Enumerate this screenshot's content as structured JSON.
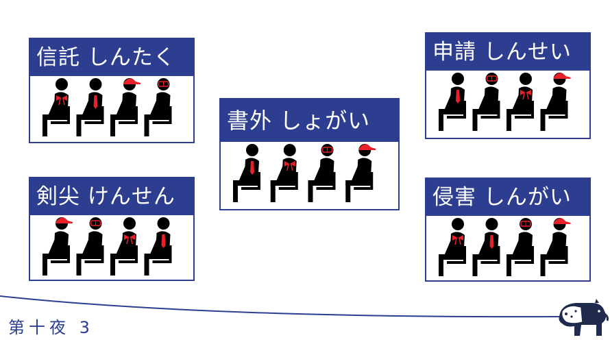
{
  "cards": [
    {
      "title": "信託 しんたく",
      "figures": [
        "ribbon",
        "tie",
        "cap",
        "glasses"
      ]
    },
    {
      "title": "剣尖 けんせん",
      "figures": [
        "cap",
        "glasses",
        "ribbon",
        "tie"
      ]
    },
    {
      "title": "書外 しょがい",
      "figures": [
        "tie",
        "ribbon",
        "glasses",
        "cap"
      ]
    },
    {
      "title": "申請 しんせい",
      "figures": [
        "tie",
        "glasses",
        "ribbon",
        "cap"
      ]
    },
    {
      "title": "侵害 しんがい",
      "figures": [
        "ribbon",
        "tie",
        "glasses",
        "cap"
      ]
    }
  ],
  "footer": {
    "label": "第十夜 3"
  },
  "colors": {
    "navy": "#2d3d8f",
    "accent": "#e8202a",
    "figure": "#000000"
  },
  "icons": {
    "mascot": "tapir-icon"
  }
}
